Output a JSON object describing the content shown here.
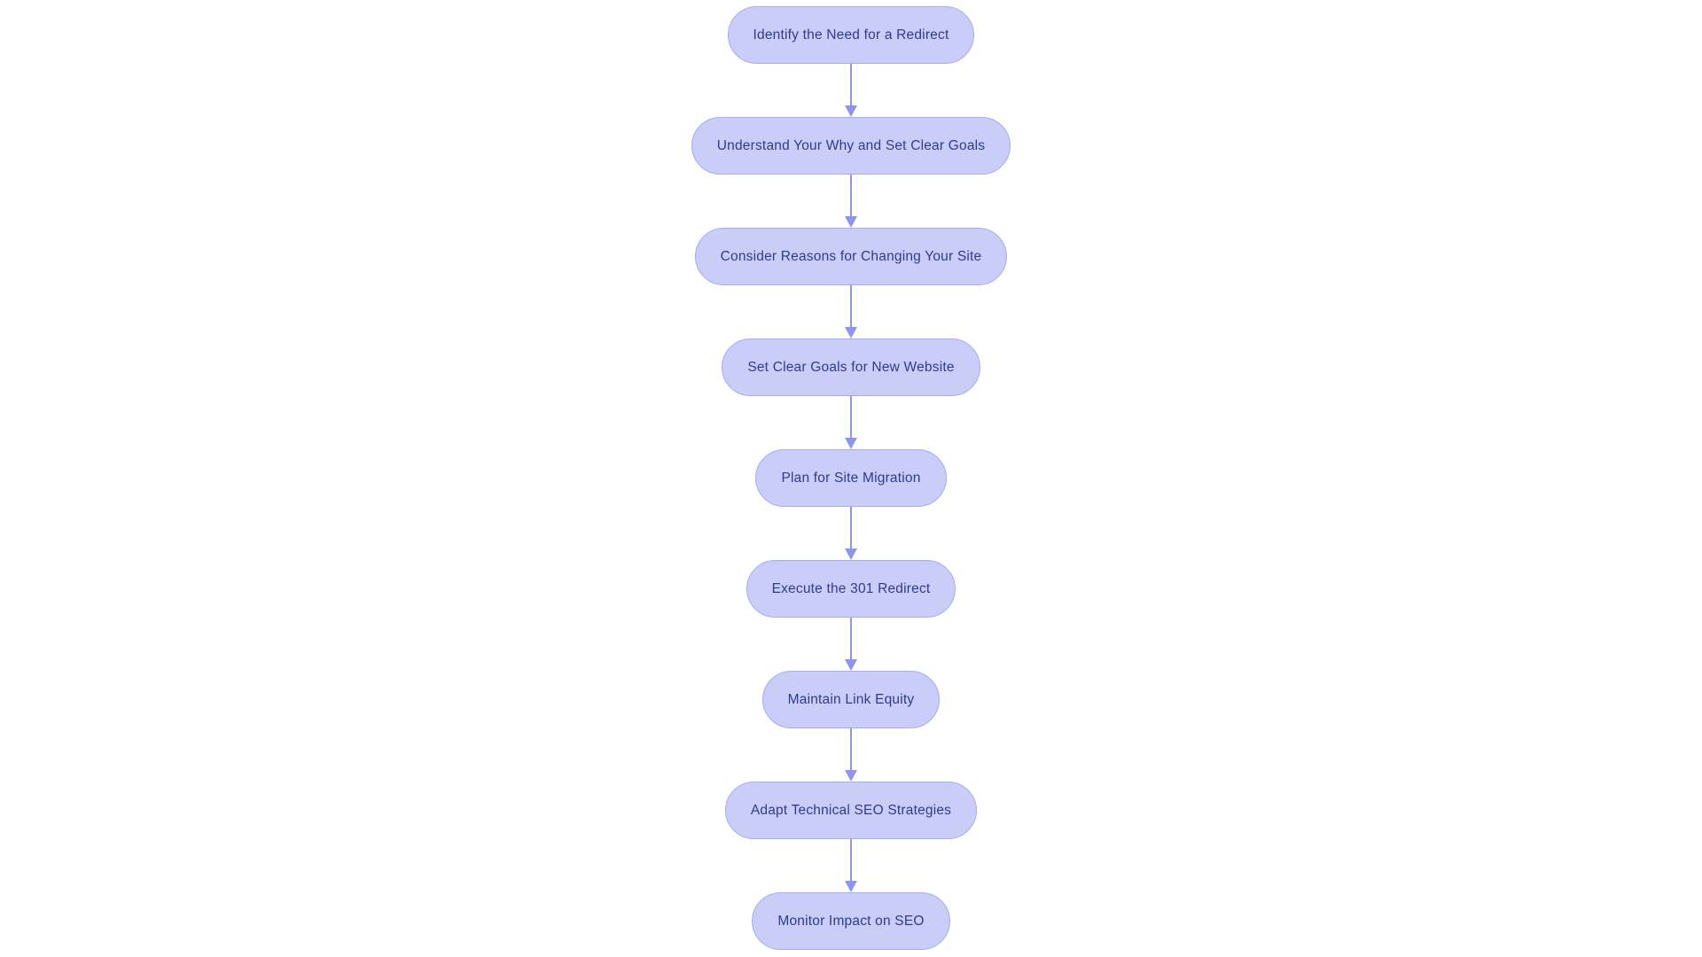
{
  "diagram": {
    "type": "flowchart",
    "direction": "top-down",
    "nodes": [
      {
        "id": 1,
        "label": "Identify the Need for a Redirect"
      },
      {
        "id": 2,
        "label": "Understand Your Why and Set Clear Goals"
      },
      {
        "id": 3,
        "label": "Consider Reasons for Changing Your Site"
      },
      {
        "id": 4,
        "label": "Set Clear Goals for New Website"
      },
      {
        "id": 5,
        "label": "Plan for Site Migration"
      },
      {
        "id": 6,
        "label": "Execute the 301 Redirect"
      },
      {
        "id": 7,
        "label": "Maintain Link Equity"
      },
      {
        "id": 8,
        "label": "Adapt Technical SEO Strategies"
      },
      {
        "id": 9,
        "label": "Monitor Impact on SEO"
      }
    ],
    "edges": [
      {
        "from": 1,
        "to": 2
      },
      {
        "from": 2,
        "to": 3
      },
      {
        "from": 3,
        "to": 4
      },
      {
        "from": 4,
        "to": 5
      },
      {
        "from": 5,
        "to": 6
      },
      {
        "from": 6,
        "to": 7
      },
      {
        "from": 7,
        "to": 8
      },
      {
        "from": 8,
        "to": 9
      }
    ]
  },
  "colors": {
    "background": "#FFFFFF",
    "node-fill": "#C9CDF8",
    "node-border": "#A6ADF1",
    "node-text": "#2F3B8F",
    "arrow": "#8D96EC"
  }
}
